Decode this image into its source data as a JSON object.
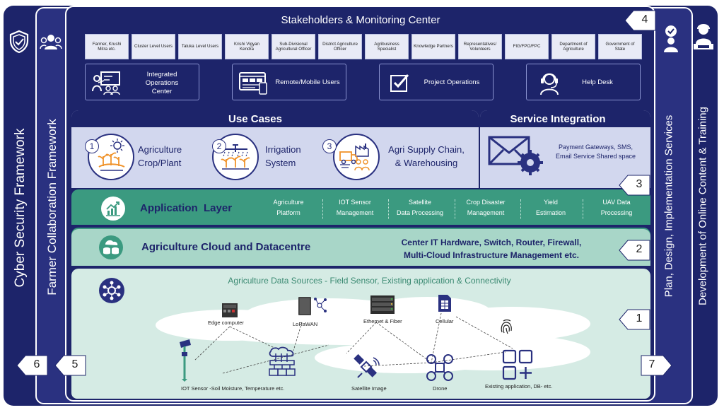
{
  "frames": {
    "cyber": "Cyber Security Framework",
    "farmer": "Farmer Collaboration Framework",
    "plan": "Plan, Design, Implementation Services",
    "training": "Development of Online Content & Training"
  },
  "stakeholders": {
    "title": "Stakeholders & Monitoring Center",
    "boxes": [
      "Farmer, Krushi Mitra etc.",
      "Cluster Level Users",
      "Taluka Level Users",
      "Krishi Vigyan Kendra",
      "Sub-Divisional Agricultural Officer",
      "District Agriculture Officer",
      "Agribusiness Specialist",
      "Knowledge Partners",
      "Representatives/ Volunteers",
      "FIG/FPO/FPC",
      "Department of Agriculture",
      "Government of State"
    ],
    "centers": [
      {
        "label": "Integrated Operations Center",
        "icon": "presenter-icon"
      },
      {
        "label": "Remote/Mobile Users",
        "icon": "screens-icon"
      },
      {
        "label": "Project Operations",
        "icon": "checkbox-icon"
      },
      {
        "label": "Help Desk",
        "icon": "headset-icon"
      }
    ]
  },
  "use_cases": {
    "title": "Use Cases",
    "items": [
      {
        "num": "1",
        "line1": "Agriculture",
        "line2": "Crop/Plant"
      },
      {
        "num": "2",
        "line1": "Irrigation",
        "line2": "System"
      },
      {
        "num": "3",
        "line1": "Agri Supply Chain,",
        "line2": "& Warehousing"
      }
    ]
  },
  "service_integration": {
    "title": "Service Integration",
    "line1": "Payment Gateways,  SMS,",
    "line2": "Email Service Shared space"
  },
  "application_layer": {
    "title": "Application  Layer",
    "items": [
      {
        "line1": "Agriculture",
        "line2": "Platform"
      },
      {
        "line1": "IOT Sensor",
        "line2": "Management"
      },
      {
        "line1": "Satellite",
        "line2": "Data Processing"
      },
      {
        "line1": "Crop Disaster",
        "line2": "Management"
      },
      {
        "line1": "Yield",
        "line2": "Estimation"
      },
      {
        "line1": "UAV Data",
        "line2": "Processing"
      }
    ]
  },
  "cloud": {
    "title": "Agriculture Cloud and Datacentre",
    "line1": "Center IT Hardware, Switch, Router, Firewall,",
    "line2": "Multi-Cloud Infrastructure Management etc."
  },
  "data_sources": {
    "title": "Agriculture Data Sources - Field Sensor, Existing application & Connectivity",
    "edge": "Edge computer",
    "lorawan": "LoRaWAN",
    "ethernet": "Ethernet & Fiber",
    "cellular": "Cellular",
    "iot": "IOT Sensor -Soil Moisture, Temperature etc.",
    "satellite": "Satellite Image",
    "drone": "Drone",
    "existing": "Existing application, DB-  etc."
  },
  "badges": {
    "b1": "1",
    "b2": "2",
    "b3": "3",
    "b4": "4",
    "b5": "5",
    "b6": "6",
    "b7": "7"
  }
}
